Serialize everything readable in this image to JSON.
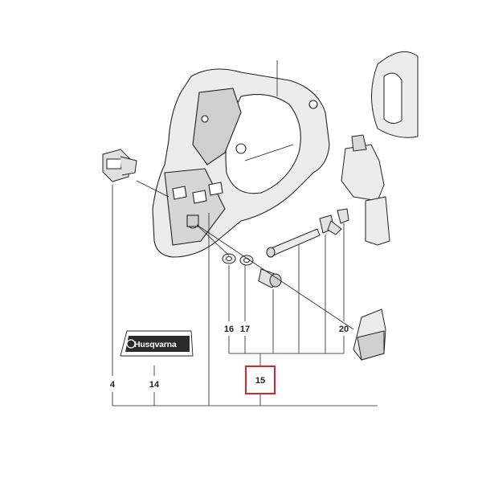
{
  "diagram": {
    "parts": [
      {
        "id": "4",
        "label": "4"
      },
      {
        "id": "14",
        "label": "14"
      },
      {
        "id": "15",
        "label": "15",
        "highlighted": true
      },
      {
        "id": "16",
        "label": "16"
      },
      {
        "id": "17",
        "label": "17"
      },
      {
        "id": "20",
        "label": "20"
      }
    ],
    "decal_text": "Husqvarna",
    "colors": {
      "line": "#222222",
      "body_fill": "#ececec",
      "body_shade": "#cfcfcf",
      "highlight": "#d9262c",
      "decal_fill": "#2a2a2a"
    }
  }
}
